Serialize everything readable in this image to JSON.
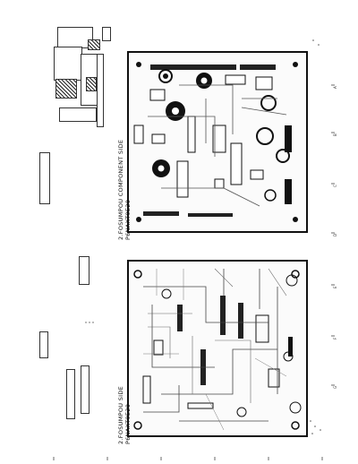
{
  "boards": [
    {
      "label_line1": "2.FOSUMPOU COMPONENT SIDE",
      "label_line2": "P6NAXT9E20"
    },
    {
      "label_line1": "2.FOSUMPOU SIDE",
      "label_line2": "P6NAXT9E20"
    }
  ],
  "margin_marks": [
    "A",
    "B",
    "C",
    "D",
    "E",
    "F",
    "G"
  ]
}
